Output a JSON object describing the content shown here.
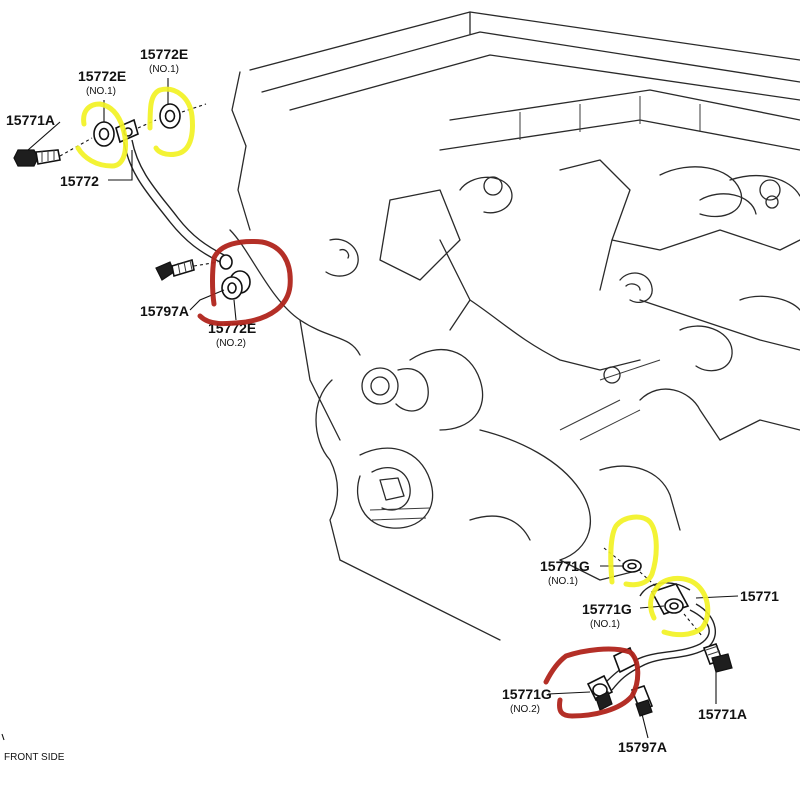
{
  "labels": {
    "l_15771A_top": "15771A",
    "l_15772E_a": "15772E",
    "l_15772E_a_sub": "(NO.1)",
    "l_15772E_b": "15772E",
    "l_15772E_b_sub": "(NO.1)",
    "l_15772": "15772",
    "l_15797A_top": "15797A",
    "l_15772E_c": "15772E",
    "l_15772E_c_sub": "(NO.2)",
    "l_15771G_a": "15771G",
    "l_15771G_a_sub": "(NO.1)",
    "l_15771G_b": "15771G",
    "l_15771G_b_sub": "(NO.1)",
    "l_15771": "15771",
    "l_15771G_c": "15771G",
    "l_15771G_c_sub": "(NO.2)",
    "l_15771A_bot": "15771A",
    "l_15797A_bot": "15797A",
    "l_front": "FRONT SIDE"
  },
  "colors": {
    "highlight_yellow": "#f2f224",
    "highlight_red": "#b0241b",
    "line": "#111111",
    "background": "#ffffff"
  }
}
